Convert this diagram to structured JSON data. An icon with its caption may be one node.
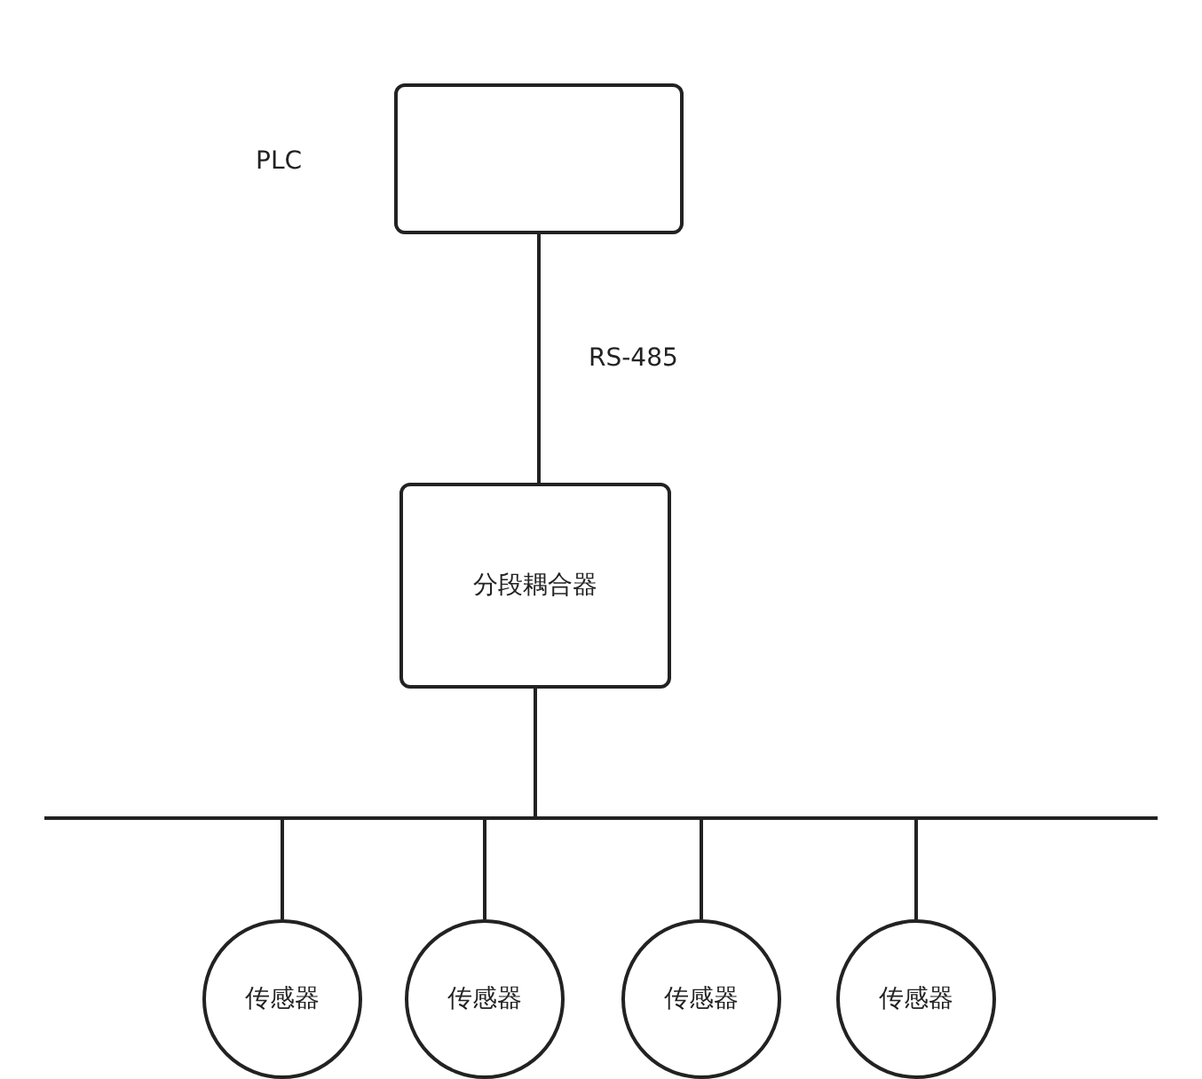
{
  "diagram": {
    "nodes": [
      {
        "text": [],
        "shape": "box",
        "beside": [
          "PLC"
        ]
      },
      {
        "text": [
          "分段耦合器"
        ]
      },
      {
        "text": [],
        "shape": "bar"
      },
      {
        "text": [
          "传感器"
        ]
      },
      {
        "text": [
          "传感器"
        ]
      },
      {
        "text": [
          "传感器"
        ]
      },
      {
        "text": [
          "传感器"
        ]
      }
    ],
    "edges": [
      {
        "from": 0,
        "to": 1,
        "arrow": "none",
        "label": "RS-485"
      },
      {
        "from": 1,
        "to": 2,
        "arrow": "none"
      },
      {
        "from": 2,
        "to": 3,
        "arrow": "none"
      },
      {
        "from": 2,
        "to": 4,
        "arrow": "none"
      },
      {
        "from": 2,
        "to": 5,
        "arrow": "none"
      },
      {
        "from": 2,
        "to": 6,
        "arrow": "none"
      }
    ]
  }
}
